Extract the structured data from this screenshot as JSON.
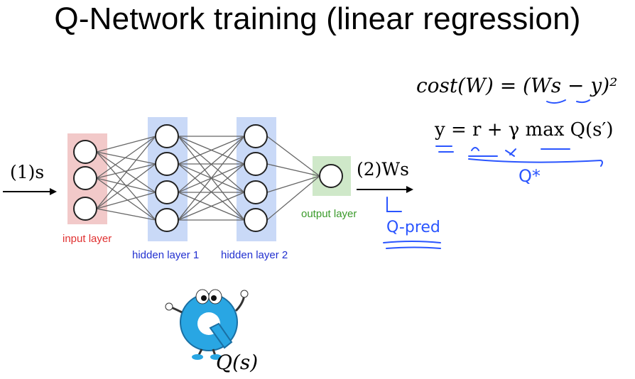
{
  "slide": {
    "title": "Q-Network training (linear regression)"
  },
  "network": {
    "input_label": "(1)s",
    "output_label": "(2)Ws",
    "layers": [
      {
        "name": "input layer",
        "nodes": 3,
        "color": "#f2c9c9",
        "label_color": "#e03030"
      },
      {
        "name": "hidden layer 1",
        "nodes": 4,
        "color": "#c9d9f7",
        "label_color": "#2230d0"
      },
      {
        "name": "hidden layer 2",
        "nodes": 4,
        "color": "#c9d9f7",
        "label_color": "#2230d0"
      },
      {
        "name": "output layer",
        "nodes": 1,
        "color": "#cfe8c9",
        "label_color": "#3a9a2a"
      }
    ]
  },
  "equations": {
    "cost": "cost(W) = (Ws − y)²",
    "target": "y = r + γ max Q(s′)"
  },
  "handwriting": {
    "qstar": "Q*",
    "qpred": "Q-pred"
  },
  "mascot": {
    "label": "Q(s)",
    "icon": "q-mascot-icon"
  },
  "colors": {
    "handwriting": "#2a55ff",
    "node_stroke": "#222222",
    "edge": "#666666"
  }
}
